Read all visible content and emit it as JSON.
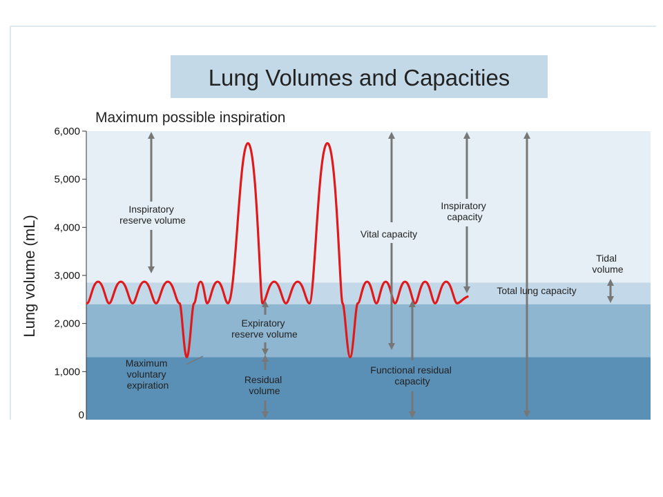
{
  "title": "Lung Volumes and Capacities",
  "top_label": "Maximum possible inspiration",
  "y_axis": {
    "label": "Lung volume (mL)",
    "ticks": [
      {
        "value": 6000,
        "label": "6,000"
      },
      {
        "value": 5000,
        "label": "5,000"
      },
      {
        "value": 4000,
        "label": "4,000"
      },
      {
        "value": 3000,
        "label": "3,000"
      },
      {
        "value": 2000,
        "label": "2,000"
      },
      {
        "value": 1000,
        "label": "1,000"
      },
      {
        "value": 0,
        "label": "0"
      }
    ]
  },
  "bands": [
    {
      "name": "inspiratory-reserve-band",
      "from": 2850,
      "to": 6000,
      "color": "#e6eff6"
    },
    {
      "name": "tidal-band",
      "from": 2400,
      "to": 2850,
      "color": "#c3d8e8"
    },
    {
      "name": "expiratory-reserve-band",
      "from": 1300,
      "to": 2400,
      "color": "#8fb6d1"
    },
    {
      "name": "residual-band",
      "from": 0,
      "to": 1300,
      "color": "#5a8fb6"
    }
  ],
  "trace": {
    "color": "#e0191b",
    "baseline_low": 2420,
    "baseline_high": 2870,
    "max_inspiration": 5750,
    "max_expiration": 1300
  },
  "annotations": {
    "inspiratory_reserve": [
      "Inspiratory",
      "reserve volume"
    ],
    "vital_capacity": [
      "Vital capacity"
    ],
    "inspiratory_capacity": [
      "Inspiratory",
      "capacity"
    ],
    "tidal_volume": [
      "Tidal",
      "volume"
    ],
    "total_lung_capacity": [
      "Total lung capacity"
    ],
    "expiratory_reserve": [
      "Expiratory",
      "reserve volume"
    ],
    "max_voluntary_expiration": [
      "Maximum",
      "voluntary",
      "expiration"
    ],
    "residual_volume": [
      "Residual",
      "volume"
    ],
    "functional_residual": [
      "Functional residual",
      "capacity"
    ]
  },
  "colors": {
    "arrow": "#777777",
    "title_bg": "#c4d9e8",
    "frame": "#dde8f0"
  }
}
